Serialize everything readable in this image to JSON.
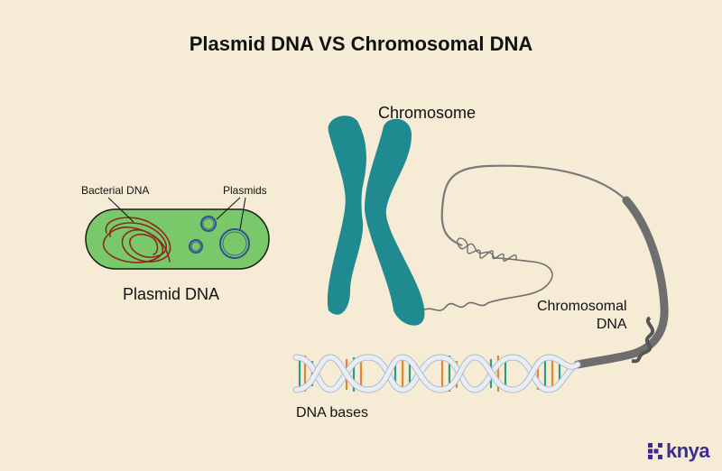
{
  "title": "Plasmid DNA VS Chromosomal DNA",
  "labels": {
    "plasmid_dna": "Plasmid DNA",
    "bacterial_dna": "Bacterial DNA",
    "plasmids": "Plasmids",
    "chromosome": "Chromosome",
    "chromosomal_dna_line1": "Chromosomal",
    "chromosomal_dna_line2": "DNA",
    "dna_bases": "DNA bases"
  },
  "brand": {
    "name": "knya",
    "color": "#3b2d8f"
  },
  "colors": {
    "background": "#f6ecd5",
    "cell_fill": "#79c96a",
    "bacterial_dna": "#8b2a1e",
    "plasmid_ring": "#2f4f8f",
    "chromosome": "#1f8a8f",
    "chromatin": "#6f6f6f",
    "base_orange": "#e3862e",
    "base_teal": "#2a9a8a",
    "backbone": "#dfe6ef"
  }
}
